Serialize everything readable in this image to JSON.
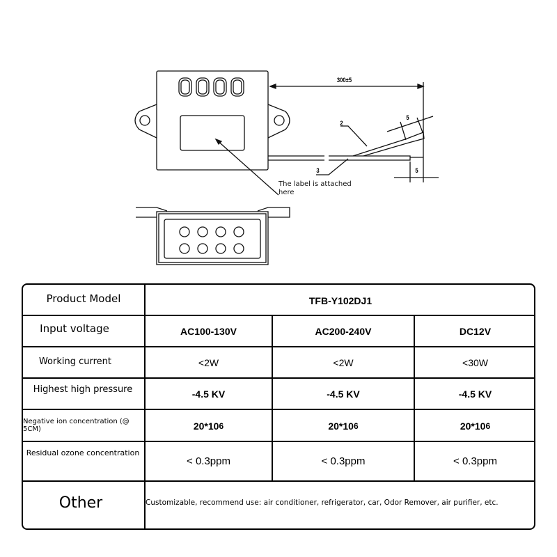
{
  "drawing": {
    "dimension_length": "300±5",
    "dimension_width_2": "5",
    "dimension_width_3": "5",
    "callout_2": "2",
    "callout_3": "3",
    "label_note": "The label is attached here"
  },
  "table": {
    "rows": [
      {
        "label": "Product Model",
        "values": [
          "TFB-Y102DJ1"
        ]
      },
      {
        "label": "Input voltage",
        "values": [
          "AC100-130V",
          "AC200-240V",
          "DC12V"
        ]
      },
      {
        "label": "Working current",
        "values": [
          "<2W",
          "<2W",
          "<30W"
        ]
      },
      {
        "label": "Highest high pressure",
        "values": [
          "-4.5 KV",
          "-4.5 KV",
          "-4.5 KV"
        ]
      },
      {
        "label": "Negative ion concentration (@ 5CM)",
        "values": [
          "20*10",
          "20*10",
          "20*10"
        ],
        "exponent": "6"
      },
      {
        "label": "Residual ozone concentration",
        "values": [
          "< 0.3ppm",
          "< 0.3ppm",
          "< 0.3ppm"
        ]
      },
      {
        "label": "Other",
        "values": [
          "Customizable, recommend use: air conditioner, refrigerator, car, Odor Remover, air purifier, etc."
        ]
      }
    ]
  }
}
